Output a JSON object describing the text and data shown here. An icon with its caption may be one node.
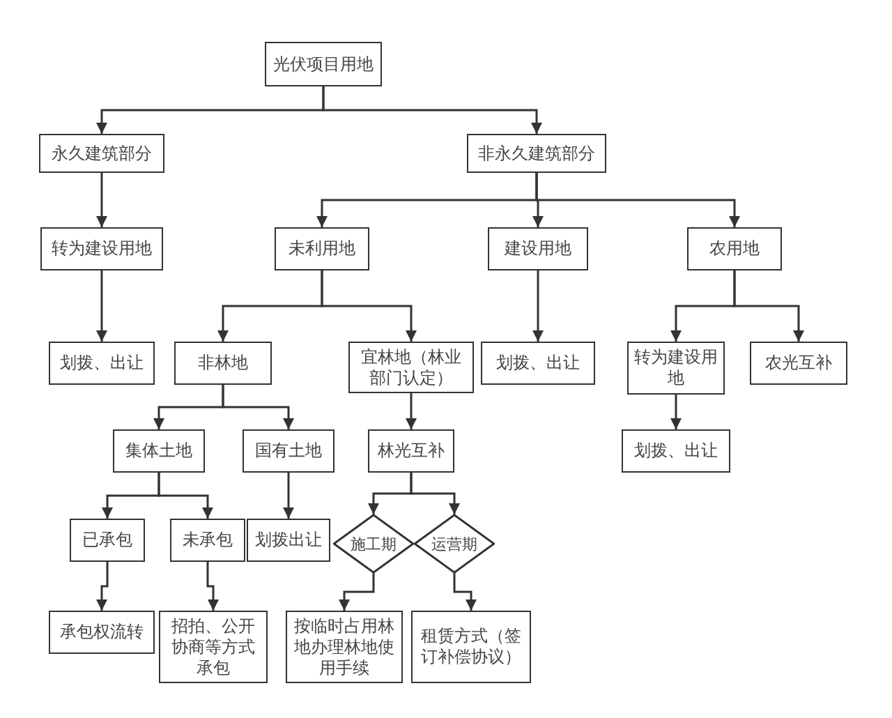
{
  "diagram": {
    "nodes": [
      {
        "text": [
          "光伏项目用地"
        ]
      },
      {
        "text": [
          "永久建筑部分"
        ]
      },
      {
        "text": [
          "非永久建筑部分"
        ]
      },
      {
        "text": [
          "转为建设用地"
        ]
      },
      {
        "text": [
          "未利用地"
        ]
      },
      {
        "text": [
          "建设用地"
        ]
      },
      {
        "text": [
          "农用地"
        ]
      },
      {
        "text": [
          "划拨、出让"
        ]
      },
      {
        "text": [
          "非林地"
        ]
      },
      {
        "text": [
          "宜林地（林业部门认定）"
        ]
      },
      {
        "text": [
          "划拨、出让"
        ]
      },
      {
        "text": [
          "转为建设用地"
        ]
      },
      {
        "text": [
          "农光互补"
        ]
      },
      {
        "text": [
          "集体土地"
        ]
      },
      {
        "text": [
          "国有土地"
        ]
      },
      {
        "text": [
          "林光互补"
        ]
      },
      {
        "text": [
          "划拨、出让"
        ]
      },
      {
        "text": [
          "已承包"
        ]
      },
      {
        "text": [
          "未承包"
        ]
      },
      {
        "text": [
          "划拨出让"
        ]
      },
      {
        "text": [
          "施工期"
        ]
      },
      {
        "text": [
          "运营期"
        ]
      },
      {
        "text": [
          "承包权流转"
        ]
      },
      {
        "text": [
          "招拍、公开协商等方式承包"
        ]
      },
      {
        "text": [
          "按临时占用林地办理林地使用手续"
        ]
      },
      {
        "text": [
          "租赁方式（签订补偿协议）"
        ]
      }
    ],
    "edges": [
      {
        "from": 0,
        "to": 1,
        "arrow": "to"
      },
      {
        "from": 0,
        "to": 2,
        "arrow": "to"
      },
      {
        "from": 1,
        "to": 3,
        "arrow": "to"
      },
      {
        "from": 2,
        "to": 4,
        "arrow": "to"
      },
      {
        "from": 2,
        "to": 5,
        "arrow": "to"
      },
      {
        "from": 2,
        "to": 6,
        "arrow": "to"
      },
      {
        "from": 3,
        "to": 7,
        "arrow": "to"
      },
      {
        "from": 4,
        "to": 8,
        "arrow": "to"
      },
      {
        "from": 4,
        "to": 9,
        "arrow": "to"
      },
      {
        "from": 5,
        "to": 10,
        "arrow": "to"
      },
      {
        "from": 6,
        "to": 11,
        "arrow": "to"
      },
      {
        "from": 6,
        "to": 12,
        "arrow": "to"
      },
      {
        "from": 8,
        "to": 13,
        "arrow": "to"
      },
      {
        "from": 8,
        "to": 14,
        "arrow": "to"
      },
      {
        "from": 9,
        "to": 15,
        "arrow": "to"
      },
      {
        "from": 11,
        "to": 16,
        "arrow": "to"
      },
      {
        "from": 13,
        "to": 17,
        "arrow": "to"
      },
      {
        "from": 13,
        "to": 18,
        "arrow": "to"
      },
      {
        "from": 14,
        "to": 19,
        "arrow": "to"
      },
      {
        "from": 15,
        "to": 20,
        "arrow": "to"
      },
      {
        "from": 15,
        "to": 21,
        "arrow": "to"
      },
      {
        "from": 17,
        "to": 22,
        "arrow": "to"
      },
      {
        "from": 18,
        "to": 23,
        "arrow": "to"
      },
      {
        "from": 20,
        "to": 24,
        "arrow": "to"
      },
      {
        "from": 21,
        "to": 25,
        "arrow": "to"
      }
    ]
  }
}
